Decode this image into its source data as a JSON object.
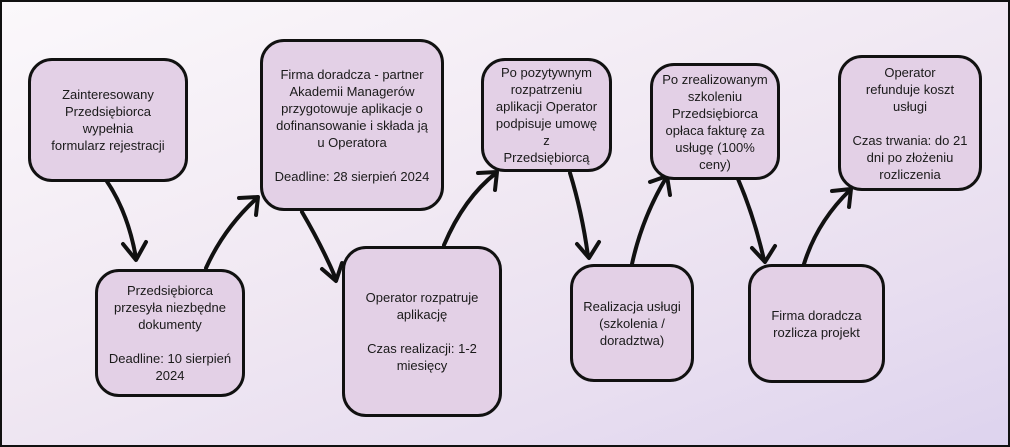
{
  "steps": [
    {
      "id": "s1",
      "text": "Zainteresowany\nPrzedsiębiorca wypełnia\nformularz rejestracji",
      "note": ""
    },
    {
      "id": "s2",
      "text": "Przedsiębiorca\nprzesyła niezbędne\ndokumenty",
      "note": "Deadline: 10 sierpień\n2024"
    },
    {
      "id": "s3",
      "text": "Firma doradcza - partner\nAkademii Managerów\nprzygotowuje aplikacje o\ndofinansowanie i składa ją\nu Operatora",
      "note": "Deadline: 28 sierpień 2024"
    },
    {
      "id": "s4",
      "text": "Operator rozpatruje\naplikację",
      "note": "Czas realizacji: 1-2\nmiesięcy"
    },
    {
      "id": "s5",
      "text": "Po pozytywnym\nrozpatrzeniu\naplikacji Operator\npodpisuje umowę z\nPrzedsiębiorcą",
      "note": ""
    },
    {
      "id": "s6",
      "text": "Realizacja usługi\n(szkolenia /\ndoradztwa)",
      "note": ""
    },
    {
      "id": "s7",
      "text": "Po zrealizowanym\nszkoleniu\nPrzedsiębiorca\nopłaca fakturę za\nusługę (100%\nceny)",
      "note": ""
    },
    {
      "id": "s8",
      "text": "Firma doradcza\nrozlicza projekt",
      "note": ""
    },
    {
      "id": "s9",
      "text": "Operator\nrefunduje koszt\nusługi",
      "note": "Czas trwania: do 21\ndni po złożeniu\nrozliczenia"
    }
  ]
}
